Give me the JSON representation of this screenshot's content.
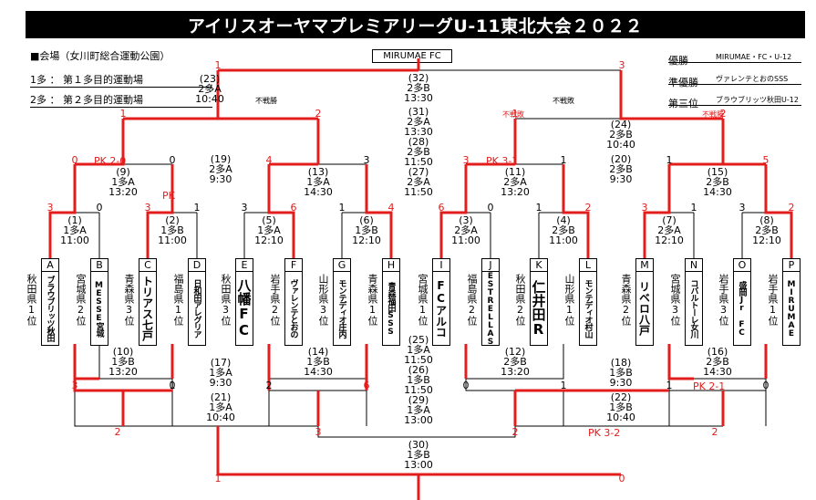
{
  "title": "アイリスオーヤマプレミアリーグU-11東北大会２０２２",
  "info": {
    "venue": "■会場（女川町総合運動公園）",
    "field1": "1多 ： 第１多目的運動場",
    "field2": "2多 ： 第２多目的運動場"
  },
  "champion_box": "MIRUMAE FC",
  "results": {
    "winner_label": "優勝",
    "winner": "MIRUMAE・FC・U-12",
    "runnerup_label": "準優勝",
    "runnerup": "ヴァレンテとおのSSS",
    "third_label": "第三位",
    "third": "ブラウブリッツ秋田U-12"
  },
  "teams": [
    {
      "letter": "A",
      "name": "ブラウブリッツ秋田",
      "pref": "秋田県1位"
    },
    {
      "letter": "B",
      "name": "MESSE宮城",
      "pref": "宮城県2位"
    },
    {
      "letter": "C",
      "name": "トリアス七戸",
      "pref": "青森県3位"
    },
    {
      "letter": "D",
      "name": "日和田アレグリア",
      "pref": "福島県1位"
    },
    {
      "letter": "E",
      "name": "八幡FC",
      "pref": "秋田県3位"
    },
    {
      "letter": "F",
      "name": "ヴァレンテとおの",
      "pref": "岩手県2位"
    },
    {
      "letter": "G",
      "name": "モンテディオ庄内",
      "pref": "山形県3位"
    },
    {
      "letter": "H",
      "name": "青森福田SSS",
      "pref": "青森県1位"
    },
    {
      "letter": "I",
      "name": "FCアルコ",
      "pref": "宮城県1位"
    },
    {
      "letter": "J",
      "name": "ESTRELLAS",
      "pref": "福島県2位"
    },
    {
      "letter": "K",
      "name": "仁井田R",
      "pref": "秋田県2位"
    },
    {
      "letter": "L",
      "name": "モンテディオ村山",
      "pref": "山形県1位"
    },
    {
      "letter": "M",
      "name": "リベロ八戸",
      "pref": "青森県2位"
    },
    {
      "letter": "N",
      "name": "コバルトーレ女川",
      "pref": "宮城県3位"
    },
    {
      "letter": "O",
      "name": "盛岡Jr FC",
      "pref": "岩手県3位"
    },
    {
      "letter": "P",
      "name": "MIRUMAE",
      "pref": "岩手県1位"
    }
  ],
  "matches": {
    "m1": "(1)\n1多A\n11:00",
    "m2": "(2)\n1多B\n11:00",
    "m3": "(3)\n2多A\n11:00",
    "m4": "(4)\n2多B\n11:00",
    "m5": "(5)\n1多A\n12:10",
    "m6": "(6)\n1多B\n12:10",
    "m7": "(7)\n2多A\n12:10",
    "m8": "(8)\n2多B\n12:10",
    "m9": "(9)\n1多A\n13:20",
    "m11": "(11)\n2多A\n13:20",
    "m13": "(13)\n1多A\n14:30",
    "m15": "(15)\n2多B\n14:30",
    "m19": "(19)\n2多A\n9:30",
    "m20": "(20)\n2多B\n9:30",
    "m23": "(23)\n2多A\n10:40",
    "m24": "(24)\n2多B\n10:40",
    "m32": "(32)\n2多B\n13:30",
    "mc": "(31)\n2多A\n13:30\n(28)\n2多B\n11:50\n(27)\n2多A\n11:50",
    "m10": "(10)\n1多B\n13:20",
    "m12": "(12)\n2多B\n13:20",
    "m14": "(14)\n1多B\n14:30",
    "m16": "(16)\n2多B\n14:30",
    "m17": "(17)\n1多A\n9:30",
    "m18": "(18)\n1多B\n9:30",
    "m21": "(21)\n1多A\n10:40",
    "m22": "(22)\n1多B\n10:40",
    "mb": "(25)\n1多A\n11:50\n(26)\n1多B\n11:50\n(29)\n1多A\n13:00",
    "m30": "(30)\n1多B\n13:00"
  },
  "notes": {
    "forfeit_win": "不戦勝",
    "forfeit_win2": "不戦敗",
    "forfeit_loss_r": "不戦敗",
    "forfeit_loss_r2": "不戦勝",
    "pk9": "PK 2-0",
    "pk2": "PK",
    "pk11": "PK 3-1",
    "pk16": "PK 2-1",
    "pk22": "PK 3-2"
  },
  "scores": {
    "top": [
      "1",
      "3"
    ],
    "r3": [
      "1",
      "2",
      "1",
      "2"
    ],
    "r2": [
      "0",
      "0",
      "4",
      "3",
      "3",
      "1",
      "1",
      "5"
    ],
    "r1": [
      "3",
      "0",
      "3",
      "1",
      "3",
      "6",
      "1",
      "4",
      "6",
      "0",
      "1",
      "2",
      "3",
      "1",
      "3",
      "2"
    ],
    "b1": [
      "3",
      "0",
      "1",
      "0",
      "2",
      "6",
      "0",
      "1",
      "0",
      "1",
      "1",
      "0"
    ],
    "b2": [
      "2",
      "3",
      "2",
      "2"
    ],
    "b3": [
      "1",
      "0"
    ]
  },
  "colors": {
    "win": "#e31c1c",
    "line": "#000000"
  }
}
